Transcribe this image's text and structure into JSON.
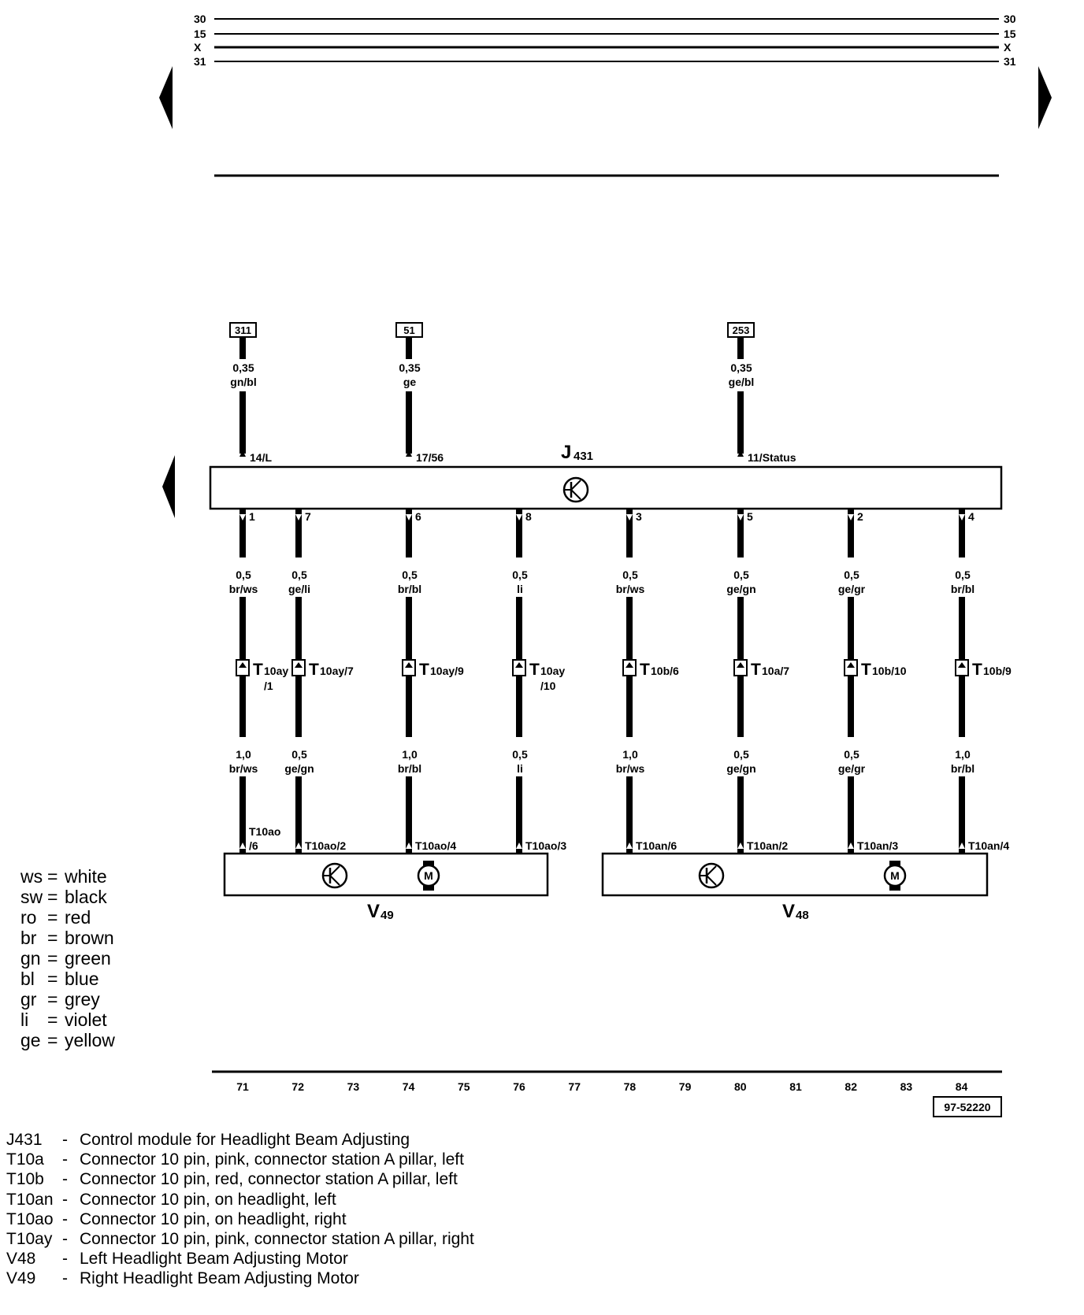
{
  "rails": {
    "left": [
      "30",
      "15",
      "X",
      "31"
    ],
    "right": [
      "30",
      "15",
      "X",
      "31"
    ]
  },
  "ref_boxes": [
    "311",
    "51",
    "253"
  ],
  "inputs": [
    {
      "size": "0,35",
      "color": "gn/bl",
      "pin": "14/L"
    },
    {
      "size": "0,35",
      "color": "ge",
      "pin": "17/56"
    },
    {
      "size": "0,35",
      "color": "ge/bl",
      "pin": "11/Status"
    }
  ],
  "module": {
    "name": "J",
    "sub": "431"
  },
  "outputs": [
    {
      "pin": "1",
      "size_top": "0,5",
      "color_top": "br/ws",
      "conn": "T",
      "conn_sub": "10ay",
      "conn_sub2": "/1",
      "size_bot": "1,0",
      "color_bot": "br/ws",
      "end_pin": "T10ao",
      "end_pin2": "/6"
    },
    {
      "pin": "7",
      "size_top": "0,5",
      "color_top": "ge/li",
      "conn": "T",
      "conn_sub": "10ay/7",
      "conn_sub2": "",
      "size_bot": "0,5",
      "color_bot": "ge/gn",
      "end_pin": "T10ao/2",
      "end_pin2": ""
    },
    {
      "pin": "6",
      "size_top": "0,5",
      "color_top": "br/bl",
      "conn": "T",
      "conn_sub": "10ay/9",
      "conn_sub2": "",
      "size_bot": "1,0",
      "color_bot": "br/bl",
      "end_pin": "T10ao/4",
      "end_pin2": ""
    },
    {
      "pin": "8",
      "size_top": "0,5",
      "color_top": "li",
      "conn": "T",
      "conn_sub": "10ay",
      "conn_sub2": "/10",
      "size_bot": "0,5",
      "color_bot": "li",
      "end_pin": "T10ao/3",
      "end_pin2": ""
    },
    {
      "pin": "3",
      "size_top": "0,5",
      "color_top": "br/ws",
      "conn": "T",
      "conn_sub": "10b/6",
      "conn_sub2": "",
      "size_bot": "1,0",
      "color_bot": "br/ws",
      "end_pin": "T10an/6",
      "end_pin2": ""
    },
    {
      "pin": "5",
      "size_top": "0,5",
      "color_top": "ge/gn",
      "conn": "T",
      "conn_sub": "10a/7",
      "conn_sub2": "",
      "size_bot": "0,5",
      "color_bot": "ge/gn",
      "end_pin": "T10an/2",
      "end_pin2": ""
    },
    {
      "pin": "2",
      "size_top": "0,5",
      "color_top": "ge/gr",
      "conn": "T",
      "conn_sub": "10b/10",
      "conn_sub2": "",
      "size_bot": "0,5",
      "color_bot": "ge/gr",
      "end_pin": "T10an/3",
      "end_pin2": ""
    },
    {
      "pin": "4",
      "size_top": "0,5",
      "color_top": "br/bl",
      "conn": "T",
      "conn_sub": "10b/9",
      "conn_sub2": "",
      "size_bot": "1,0",
      "color_bot": "br/bl",
      "end_pin": "T10an/4",
      "end_pin2": ""
    }
  ],
  "motors": [
    {
      "name": "V",
      "sub": "49"
    },
    {
      "name": "V",
      "sub": "48"
    }
  ],
  "motor_symbol": "M",
  "track_numbers": [
    "71",
    "72",
    "73",
    "74",
    "75",
    "76",
    "77",
    "78",
    "79",
    "80",
    "81",
    "82",
    "83",
    "84"
  ],
  "doc_ref": "97-52220",
  "color_legend": [
    {
      "abbr": "ws",
      "meaning": "white"
    },
    {
      "abbr": "sw",
      "meaning": "black"
    },
    {
      "abbr": "ro",
      "meaning": "red"
    },
    {
      "abbr": "br",
      "meaning": "brown"
    },
    {
      "abbr": "gn",
      "meaning": "green"
    },
    {
      "abbr": "bl",
      "meaning": "blue"
    },
    {
      "abbr": "gr",
      "meaning": "grey"
    },
    {
      "abbr": "li",
      "meaning": "violet"
    },
    {
      "abbr": "ge",
      "meaning": "yellow"
    }
  ],
  "components": [
    {
      "code": "J431",
      "sep": "-",
      "desc": "Control module for Headlight Beam Adjusting"
    },
    {
      "code": "T10a",
      "sep": "-",
      "desc": "Connector 10 pin, pink, connector station A pillar, left"
    },
    {
      "code": "T10b",
      "sep": "-",
      "desc": "Connector 10 pin, red, connector station A pillar, left"
    },
    {
      "code": "T10an",
      "sep": "-",
      "desc": "Connector 10 pin, on headlight, left"
    },
    {
      "code": "T10ao",
      "sep": "-",
      "desc": "Connector 10 pin, on headlight, right"
    },
    {
      "code": "T10ay",
      "sep": "-",
      "desc": "Connector 10 pin, pink, connector station A pillar, right"
    },
    {
      "code": "V48",
      "sep": "-",
      "desc": "Left Headlight Beam Adjusting Motor"
    },
    {
      "code": "V49",
      "sep": "-",
      "desc": "Right Headlight Beam Adjusting Motor"
    }
  ]
}
